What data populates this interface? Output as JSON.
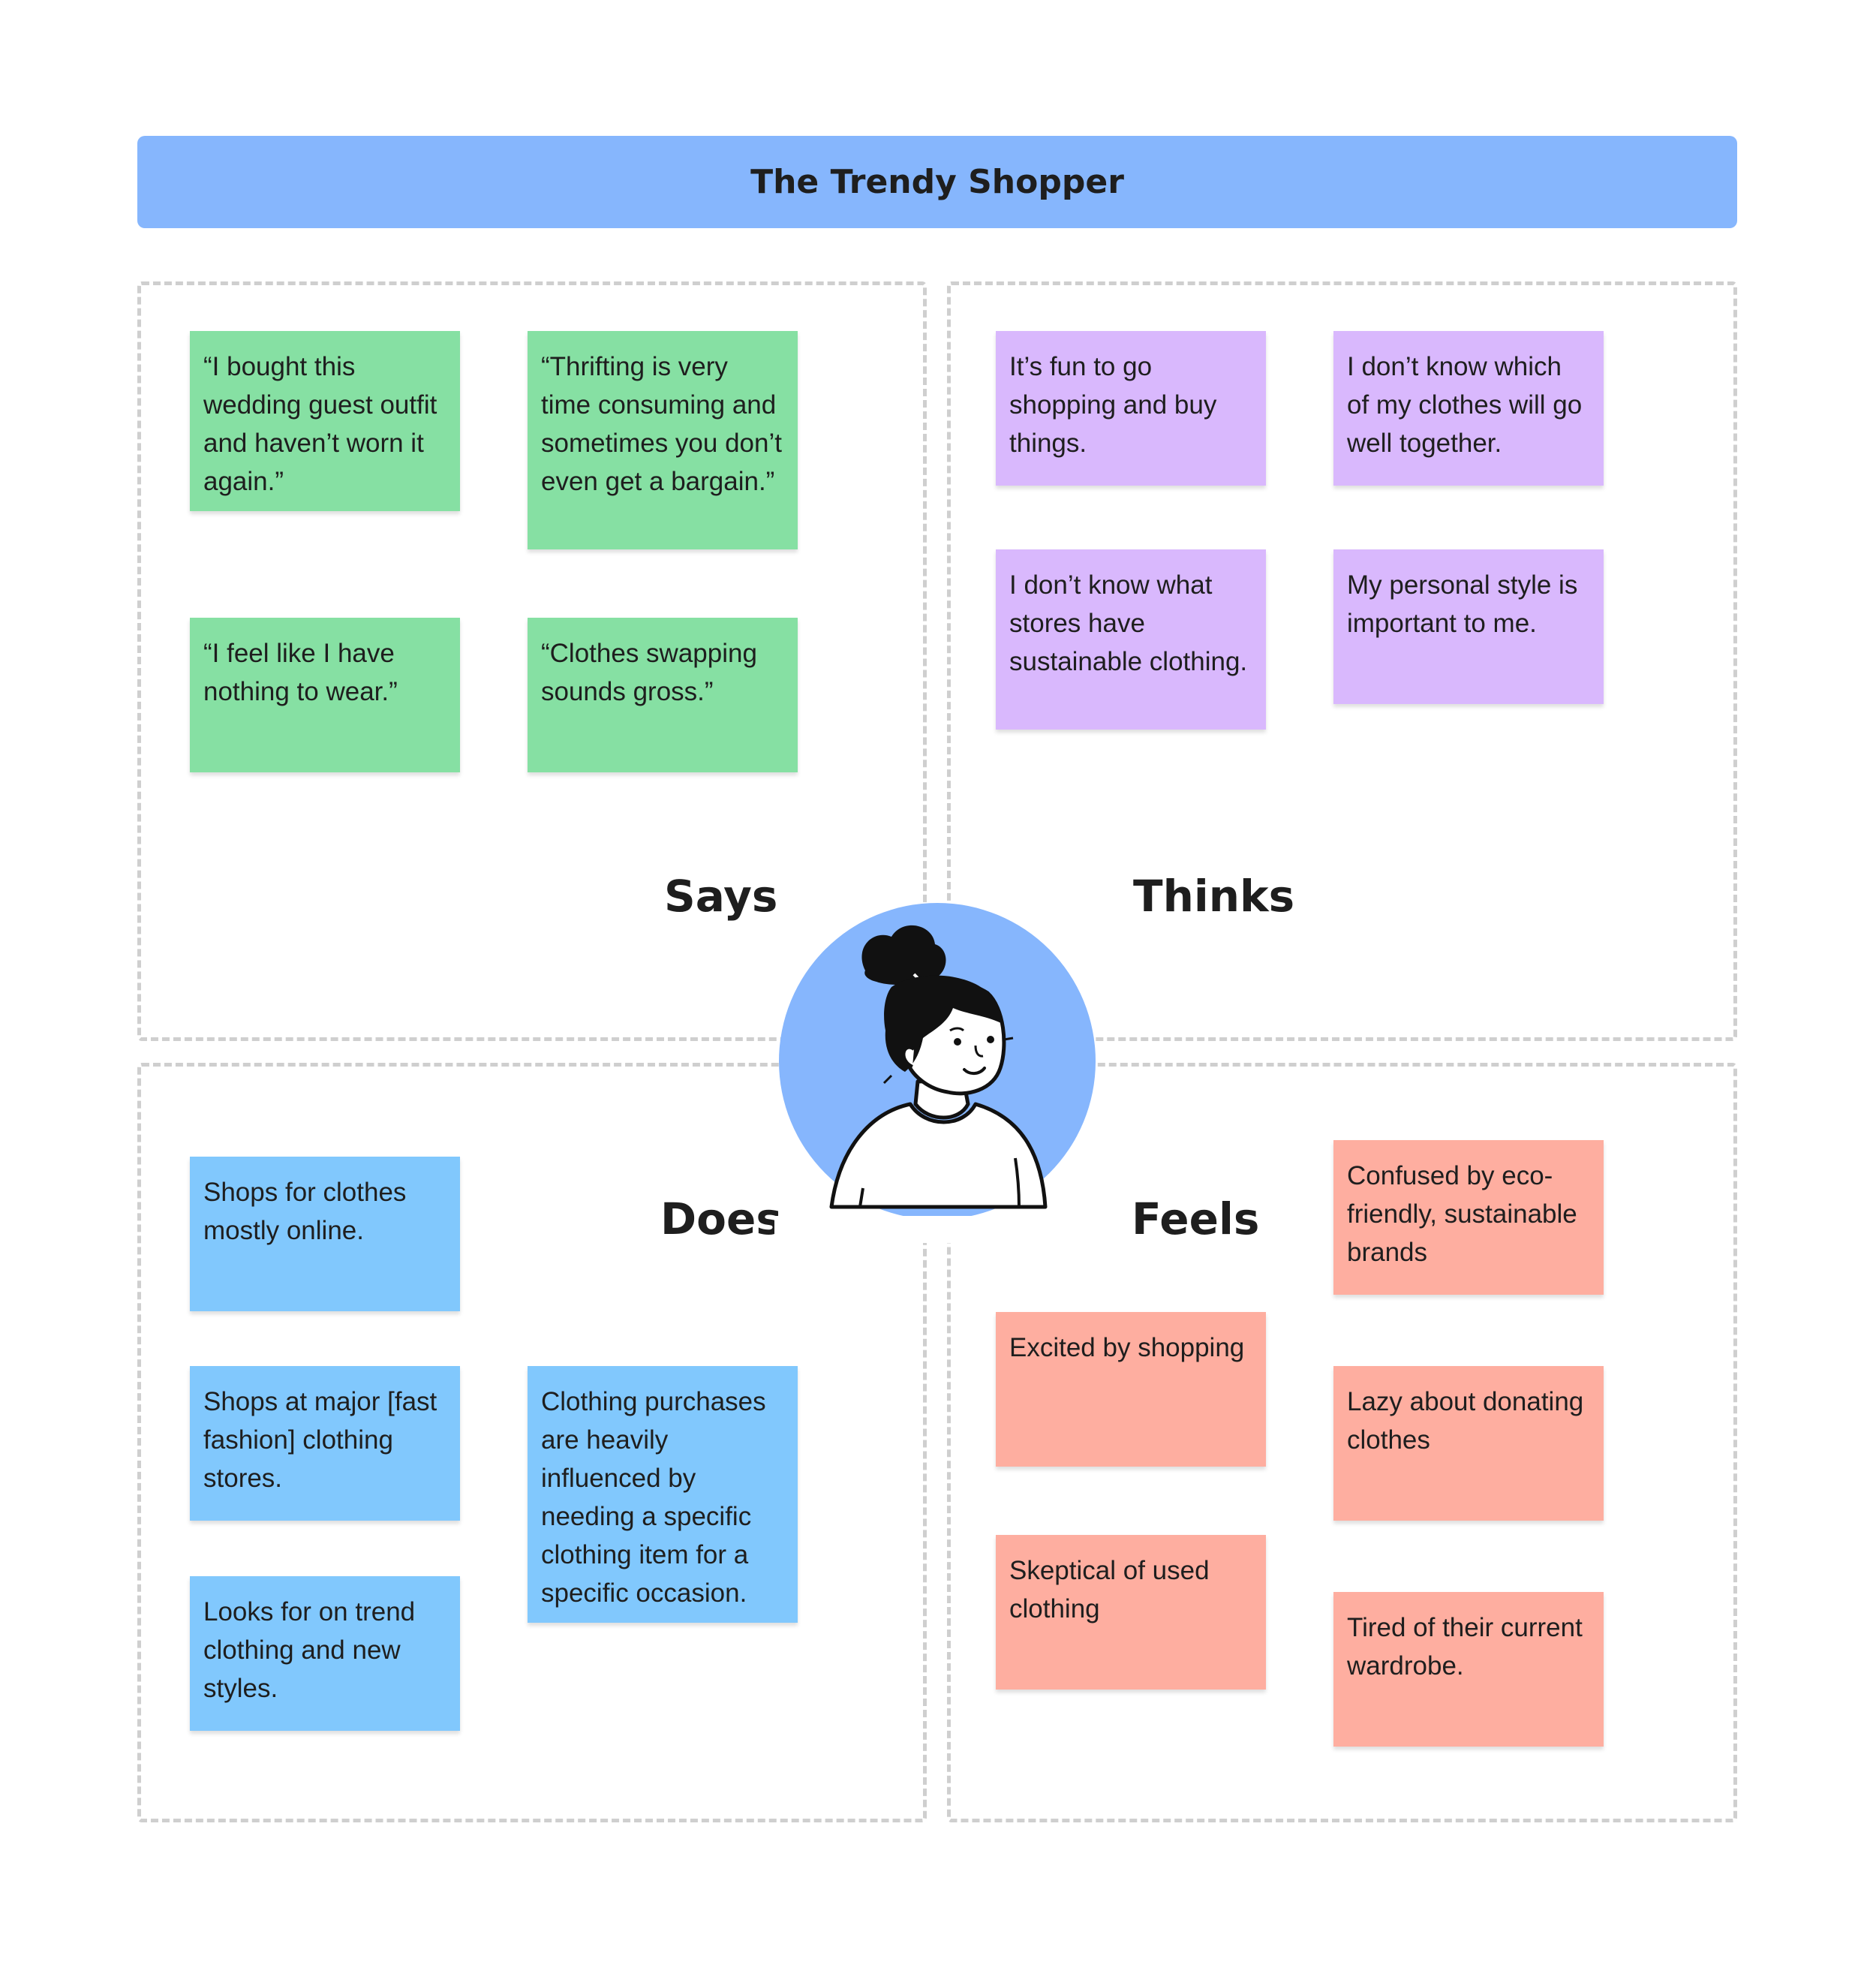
{
  "title": "The Trendy Shopper",
  "colors": {
    "title_bar": "#86b6fd",
    "says": "#86e0a3",
    "thinks": "#d9b8fd",
    "does": "#81c8fd",
    "feels": "#feaea0",
    "avatar_background": "#86b6fd"
  },
  "avatar": {
    "icon": "person-avatar-icon"
  },
  "says": {
    "label": "Says",
    "notes": [
      "“I bought this wedding guest outfit and haven’t worn it again.”",
      "“Thrifting is very time consuming and sometimes you don’t even get a bargain.”",
      "“I feel like I have nothing to wear.”",
      "“Clothes swapping sounds gross.”"
    ]
  },
  "thinks": {
    "label": "Thinks",
    "notes": [
      "It’s fun to go shopping and buy things.",
      "I don’t know which of my clothes will go well together.",
      "I don’t know what stores have sustainable clothing.",
      "My personal style is important to me."
    ]
  },
  "does": {
    "label": "Does",
    "notes": [
      "Shops for clothes mostly online.",
      "Shops at major [fast fashion] clothing stores.",
      "Clothing purchases are heavily influenced by needing a specific clothing item for a specific occasion.",
      "Looks for on trend clothing and new styles."
    ]
  },
  "feels": {
    "label": "Feels",
    "notes": [
      "Confused by eco-friendly, sustainable brands",
      "Excited by shopping",
      "Lazy about donating clothes",
      "Skeptical of used clothing",
      "Tired of their current wardrobe."
    ]
  }
}
